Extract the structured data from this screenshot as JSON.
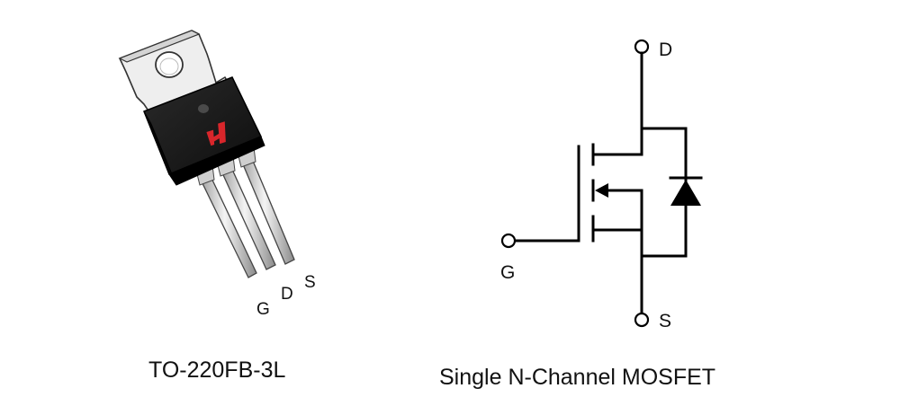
{
  "package": {
    "caption": "TO-220FB-3L",
    "pin_labels": [
      "G",
      "D",
      "S"
    ],
    "logo_color": "#d9262b",
    "body_color": "#1a1a1a",
    "tab_color": "#eeeeee"
  },
  "symbol": {
    "caption": "Single N-Channel MOSFET",
    "terminals": {
      "drain": "D",
      "gate": "G",
      "source": "S"
    },
    "line_color": "#000000"
  }
}
